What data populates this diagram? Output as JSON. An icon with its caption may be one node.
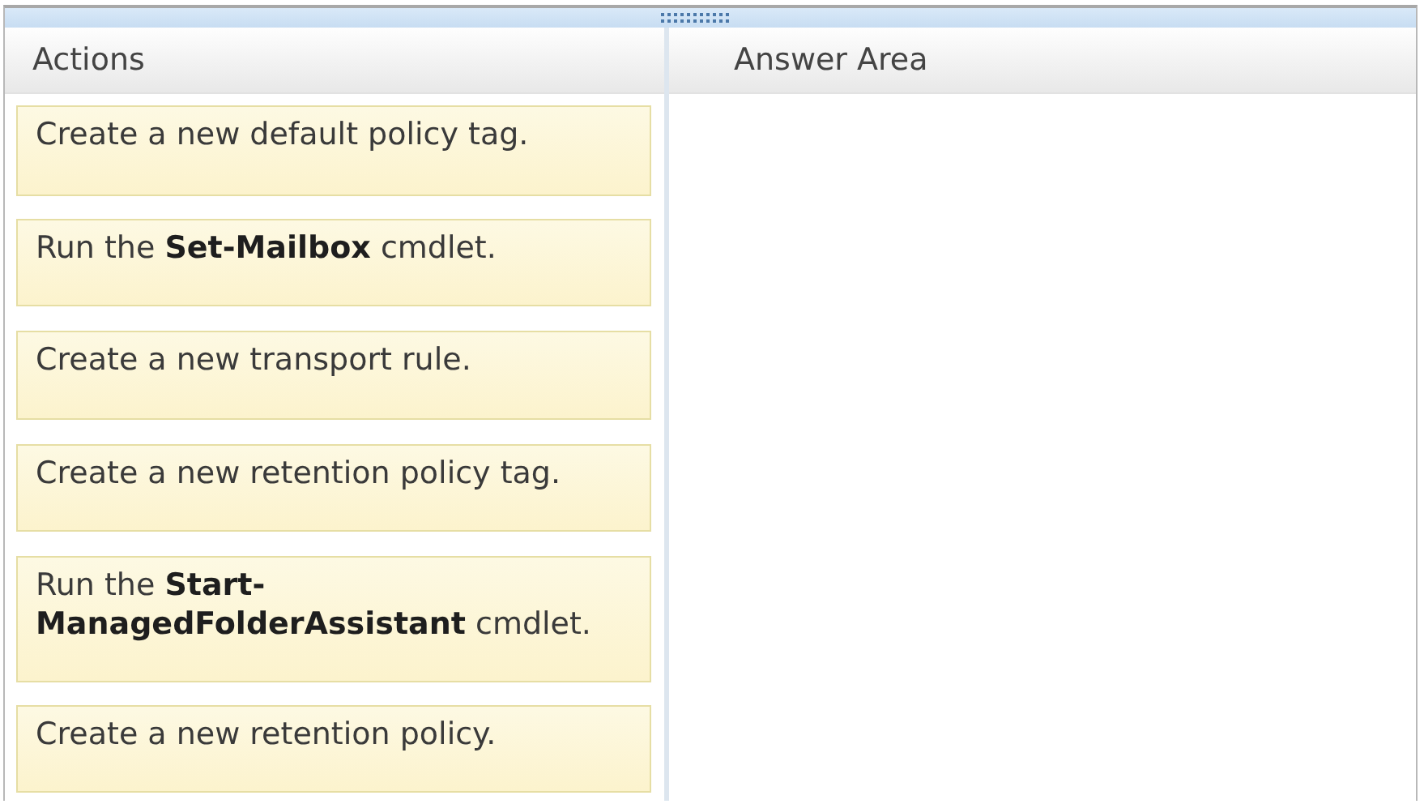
{
  "diagram": {
    "nodes": [
      {
        "text": [
          "Actions"
        ]
      },
      {
        "text": [
          "Create a new default policy tag."
        ],
        "in": 0
      },
      {
        "text": [
          "Run the **Set-Mailbox** cmdlet."
        ],
        "in": 0
      },
      {
        "text": [
          "Create a new transport rule."
        ],
        "in": 0
      },
      {
        "text": [
          "Create a new retention policy tag."
        ],
        "in": 0
      },
      {
        "text": [
          "Run the **Start-ManagedFolderAssistant** cmdlet."
        ],
        "in": 0
      },
      {
        "text": [
          "Create a new retention policy."
        ],
        "in": 0
      },
      {
        "text": [
          "Answer Area"
        ]
      }
    ]
  }
}
